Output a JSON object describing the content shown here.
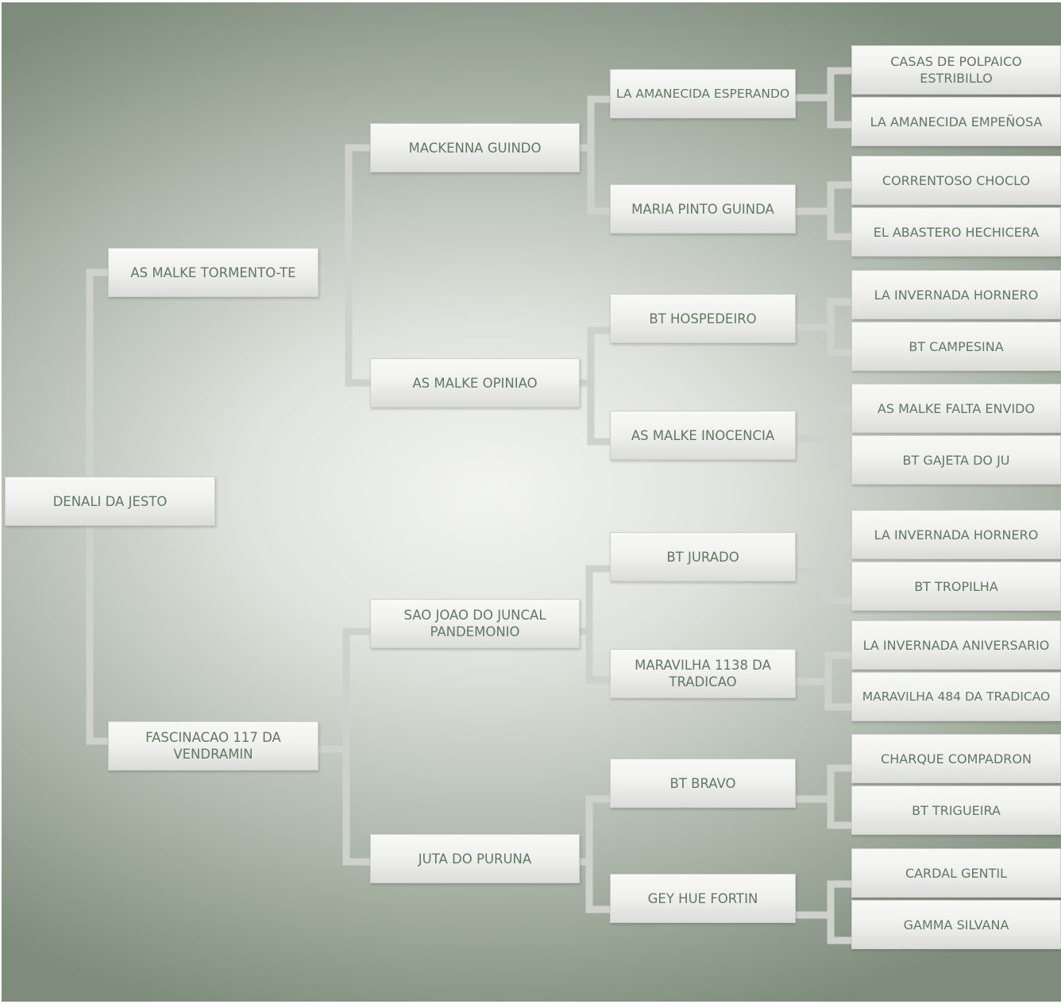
{
  "pedigree": {
    "subject": "DENALI DA JESTO",
    "sire": {
      "name": "AS MALKE TORMENTO-TE",
      "sire": {
        "name": "MACKENNA GUINDO",
        "sire": {
          "name": "LA AMANECIDA ESPERANDO",
          "sire": "CASAS DE POLPAICO ESTRIBILLO",
          "dam": "LA AMANECIDA EMPEÑOSA"
        },
        "dam": {
          "name": "MARIA PINTO GUINDA",
          "sire": "CORRENTOSO CHOCLO",
          "dam": "EL ABASTERO HECHICERA"
        }
      },
      "dam": {
        "name": "AS MALKE OPINIAO",
        "sire": {
          "name": "BT HOSPEDEIRO",
          "sire": "LA INVERNADA HORNERO",
          "dam": "BT CAMPESINA"
        },
        "dam": {
          "name": "AS MALKE INOCENCIA",
          "sire": "AS MALKE FALTA ENVIDO",
          "dam": "BT GAJETA DO JU"
        }
      }
    },
    "dam": {
      "name": "FASCINACAO 117 DA VENDRAMIN",
      "sire": {
        "name": "SAO JOAO DO JUNCAL PANDEMONIO",
        "sire": {
          "name": "BT JURADO",
          "sire": "LA INVERNADA HORNERO",
          "dam": "BT TROPILHA"
        },
        "dam": {
          "name": "MARAVILHA 1138 DA TRADICAO",
          "sire": "LA INVERNADA ANIVERSARIO",
          "dam": "MARAVILHA 484 DA TRADICAO"
        }
      },
      "dam": {
        "name": "JUTA DO PURUNA",
        "sire": {
          "name": "BT BRAVO",
          "sire": "CHARQUE COMPADRON",
          "dam": "BT TRIGUEIRA"
        },
        "dam": {
          "name": "GEY HUE FORTIN",
          "sire": "CARDAL GENTIL",
          "dam": "GAMMA SILVANA"
        }
      }
    }
  },
  "colors": {
    "text": "#5e7a60",
    "connector": "#cfd2cc",
    "background_center": "#f3f4f2",
    "background_edge": "#7d8c7b"
  }
}
